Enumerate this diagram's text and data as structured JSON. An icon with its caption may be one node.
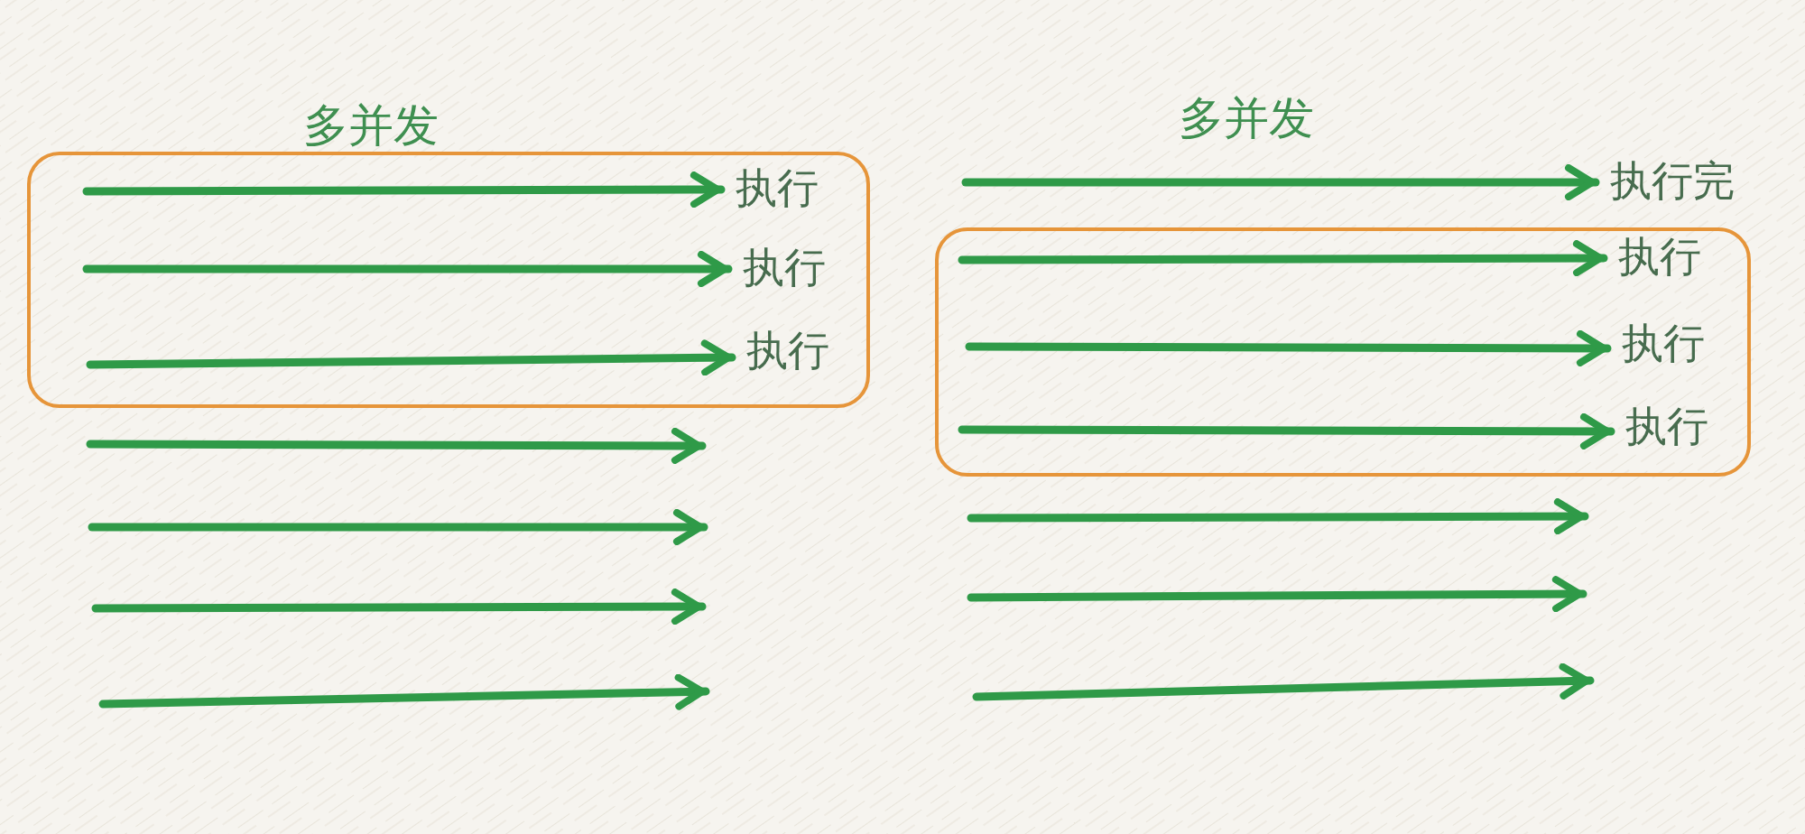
{
  "diagram": {
    "nodes": [
      {
        "text": [],
        "shape": "box"
      },
      {
        "text": [
          "执行"
        ],
        "in": 0
      },
      {
        "text": [
          "执行"
        ],
        "in": 0
      },
      {
        "text": [
          "执行"
        ],
        "in": 0
      },
      {
        "text": [
          "执行完"
        ]
      },
      {
        "text": [],
        "shape": "box"
      },
      {
        "text": [
          "执行"
        ],
        "in": 5
      },
      {
        "text": [
          "执行"
        ],
        "in": 5
      },
      {
        "text": [
          "执行"
        ],
        "in": 5
      }
    ],
    "edges": [
      {
        "from": null,
        "to": 1,
        "arrow": "to"
      },
      {
        "from": null,
        "to": 2,
        "arrow": "to"
      },
      {
        "from": null,
        "to": 3,
        "arrow": "to"
      },
      {
        "from": null,
        "to": 4,
        "arrow": "to"
      },
      {
        "from": null,
        "to": 6,
        "arrow": "to"
      },
      {
        "from": null,
        "to": 7,
        "arrow": "to"
      },
      {
        "from": null,
        "to": 8,
        "arrow": "to"
      }
    ],
    "labels": [
      "多并发",
      "多并发"
    ]
  }
}
